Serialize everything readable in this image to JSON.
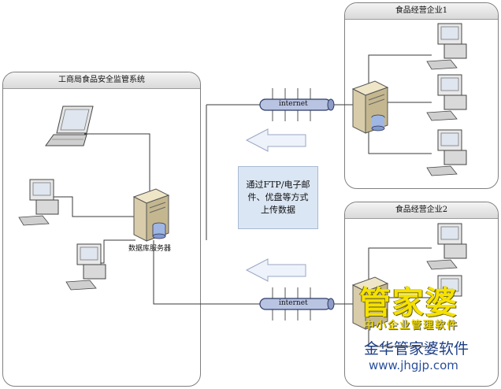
{
  "panels": {
    "gov": {
      "title": "工商局食品安全监管系统"
    },
    "enterprise1": {
      "title": "食品经营企业1"
    },
    "enterprise2": {
      "title": "食品经营企业2"
    }
  },
  "server_label": "数据库服务器",
  "internet_label": "internet",
  "note": "通过FTP/电子邮件、优盘等方式上传数据",
  "watermark": {
    "logo_text": "管家婆",
    "slogan": "中小企业管理软件",
    "brand": "金华管家婆软件",
    "url": "www.jhgjp.com"
  },
  "colors": {
    "line": "#3a3a3a",
    "pipe": "#b9c4e2",
    "arrow_fill": "#eef2fa",
    "note_bg": "#dbe6f4"
  }
}
